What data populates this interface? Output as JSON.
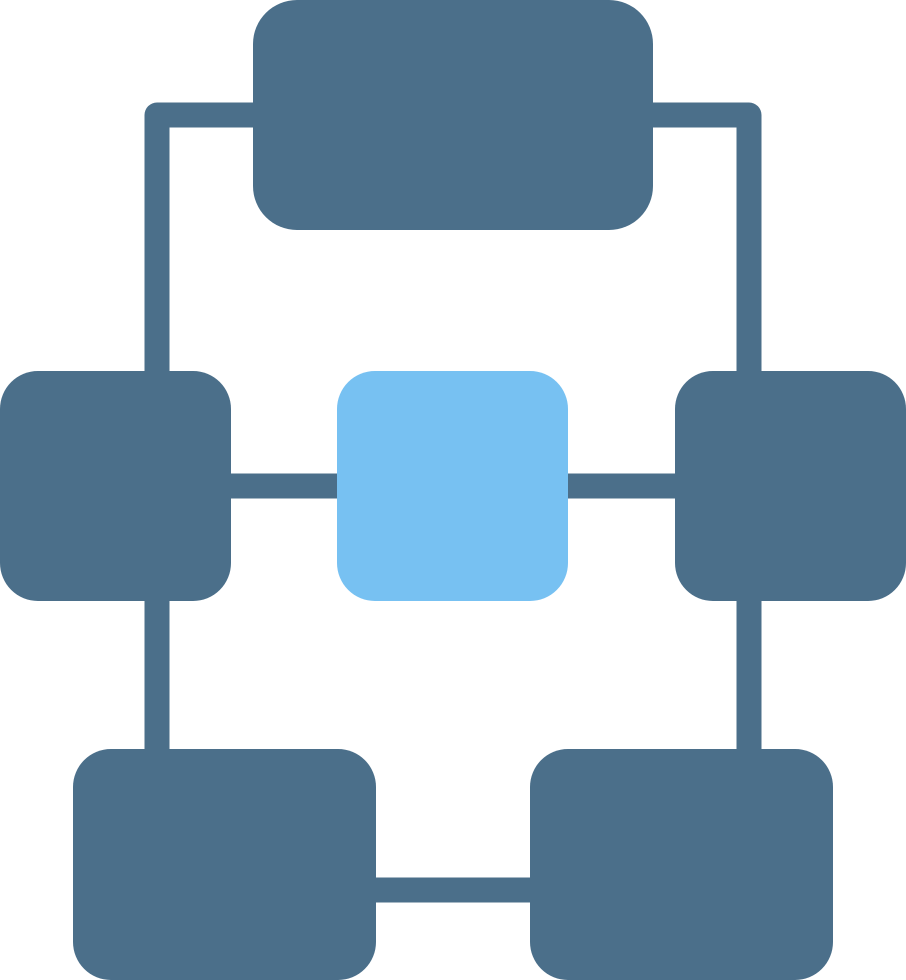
{
  "icon": {
    "name": "flowchart-network-icon",
    "colors": {
      "primary": "#4B6F8A",
      "accent": "#77C1F2",
      "background": "#FFFFFF"
    },
    "nodes": [
      {
        "id": "top",
        "role": "primary"
      },
      {
        "id": "middle-left",
        "role": "primary"
      },
      {
        "id": "center",
        "role": "accent"
      },
      {
        "id": "middle-right",
        "role": "primary"
      },
      {
        "id": "bottom-left",
        "role": "primary"
      },
      {
        "id": "bottom-right",
        "role": "primary"
      }
    ],
    "connections": [
      {
        "from": "top",
        "to": "middle-left"
      },
      {
        "from": "top",
        "to": "middle-right"
      },
      {
        "from": "middle-left",
        "to": "center"
      },
      {
        "from": "center",
        "to": "middle-right"
      },
      {
        "from": "middle-left",
        "to": "bottom-left"
      },
      {
        "from": "middle-right",
        "to": "bottom-right"
      },
      {
        "from": "bottom-left",
        "to": "bottom-right"
      }
    ]
  }
}
